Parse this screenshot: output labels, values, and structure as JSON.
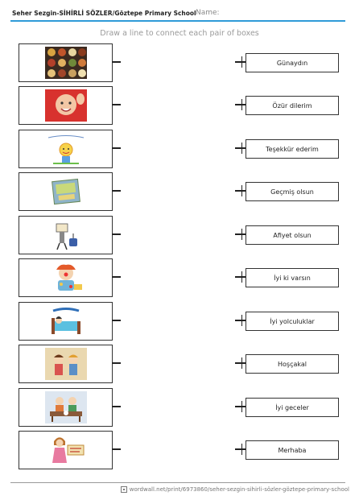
{
  "header": {
    "title": "Seher Sezgin-SİHİRLİ SÖZLER/Göztepe Primary School",
    "name_label": "Name:"
  },
  "instruction": "Draw a line to connect each pair of boxes",
  "rows": [
    {
      "picture": "food-plates-picture",
      "label": "Günaydın"
    },
    {
      "picture": "waving-baby-picture",
      "label": "Özür dilerim"
    },
    {
      "picture": "smiling-sun-picture",
      "label": "Teşekkür ederim"
    },
    {
      "picture": "card-picture",
      "label": "Geçmiş olsun"
    },
    {
      "picture": "traveler-picture",
      "label": "Afiyet olsun"
    },
    {
      "picture": "clown-picture",
      "label": "İyi ki varsın"
    },
    {
      "picture": "sleeping-in-bed-picture",
      "label": "İyi yolculuklar"
    },
    {
      "picture": "two-children-picture",
      "label": "Hoşçakal"
    },
    {
      "picture": "dinner-table-picture",
      "label": "İyi geceler"
    },
    {
      "picture": "girl-with-sign-picture",
      "label": "Merhaba"
    }
  ],
  "footer": {
    "url": "wordwall.net/print/6973860/seher-sezgin-sihirli-sözler-göztepe-primary-school"
  }
}
